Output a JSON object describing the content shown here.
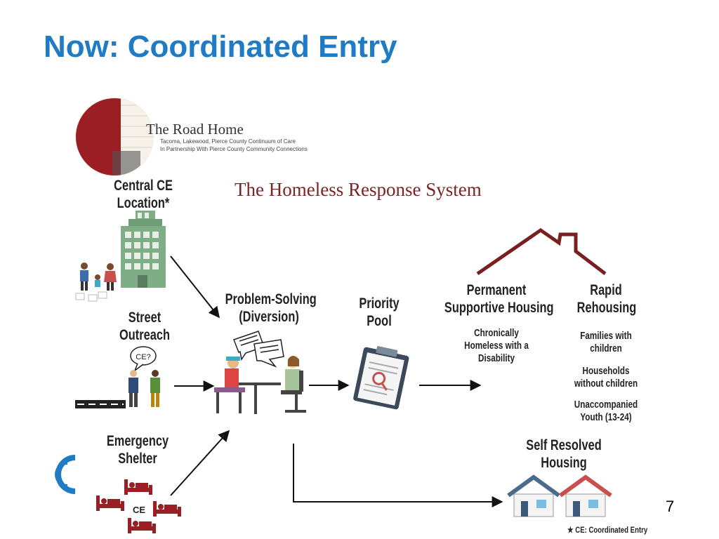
{
  "slide": {
    "title": "Now: Coordinated Entry",
    "page_number": "7"
  },
  "branding": {
    "title": "The Road Home",
    "subtitle_line1": "Tacoma, Lakewood, Pierce County Continuum of Care",
    "subtitle_line2": "In Partnership With Pierce County Community Connections"
  },
  "diagram": {
    "system_title": "The Homeless Response System",
    "entry_points": {
      "central_ce_line1": "Central CE",
      "central_ce_line2": "Location*",
      "street_line1": "Street",
      "street_line2": "Outreach",
      "street_bubble": "CE?",
      "shelter_line1": "Emergency",
      "shelter_line2": "Shelter",
      "shelter_badge": "CE"
    },
    "problem_solving_line1": "Problem-Solving",
    "problem_solving_line2": "(Diversion)",
    "priority_line1": "Priority",
    "priority_line2": "Pool",
    "psh_line1": "Permanent",
    "psh_line2": "Supportive Housing",
    "psh_sub1": "Chronically",
    "psh_sub2": "Homeless with a",
    "psh_sub3": "Disability",
    "rr_line1": "Rapid",
    "rr_line2": "Rehousing",
    "rr_families1": "Families with",
    "rr_families2": "children",
    "rr_households1": "Households",
    "rr_households2": "without children",
    "rr_youth1": "Unaccompanied",
    "rr_youth2": "Youth (13-24)",
    "self_resolved_line1": "Self Resolved",
    "self_resolved_line2": "Housing"
  },
  "footnote": "★ CE: Coordinated Entry",
  "colors": {
    "title_blue": "#1e7bc4",
    "house_maroon": "#7a1f1f",
    "building_green": "#7fae86"
  },
  "icons": [
    "logo-circle-photo",
    "building-icon",
    "family-icon",
    "outreach-workers-icon",
    "speech-bubble-icon",
    "road-icon",
    "beds-icon",
    "meeting-icon",
    "clipboard-icon",
    "roof-icon",
    "house-icon",
    "globe-logo-icon"
  ]
}
